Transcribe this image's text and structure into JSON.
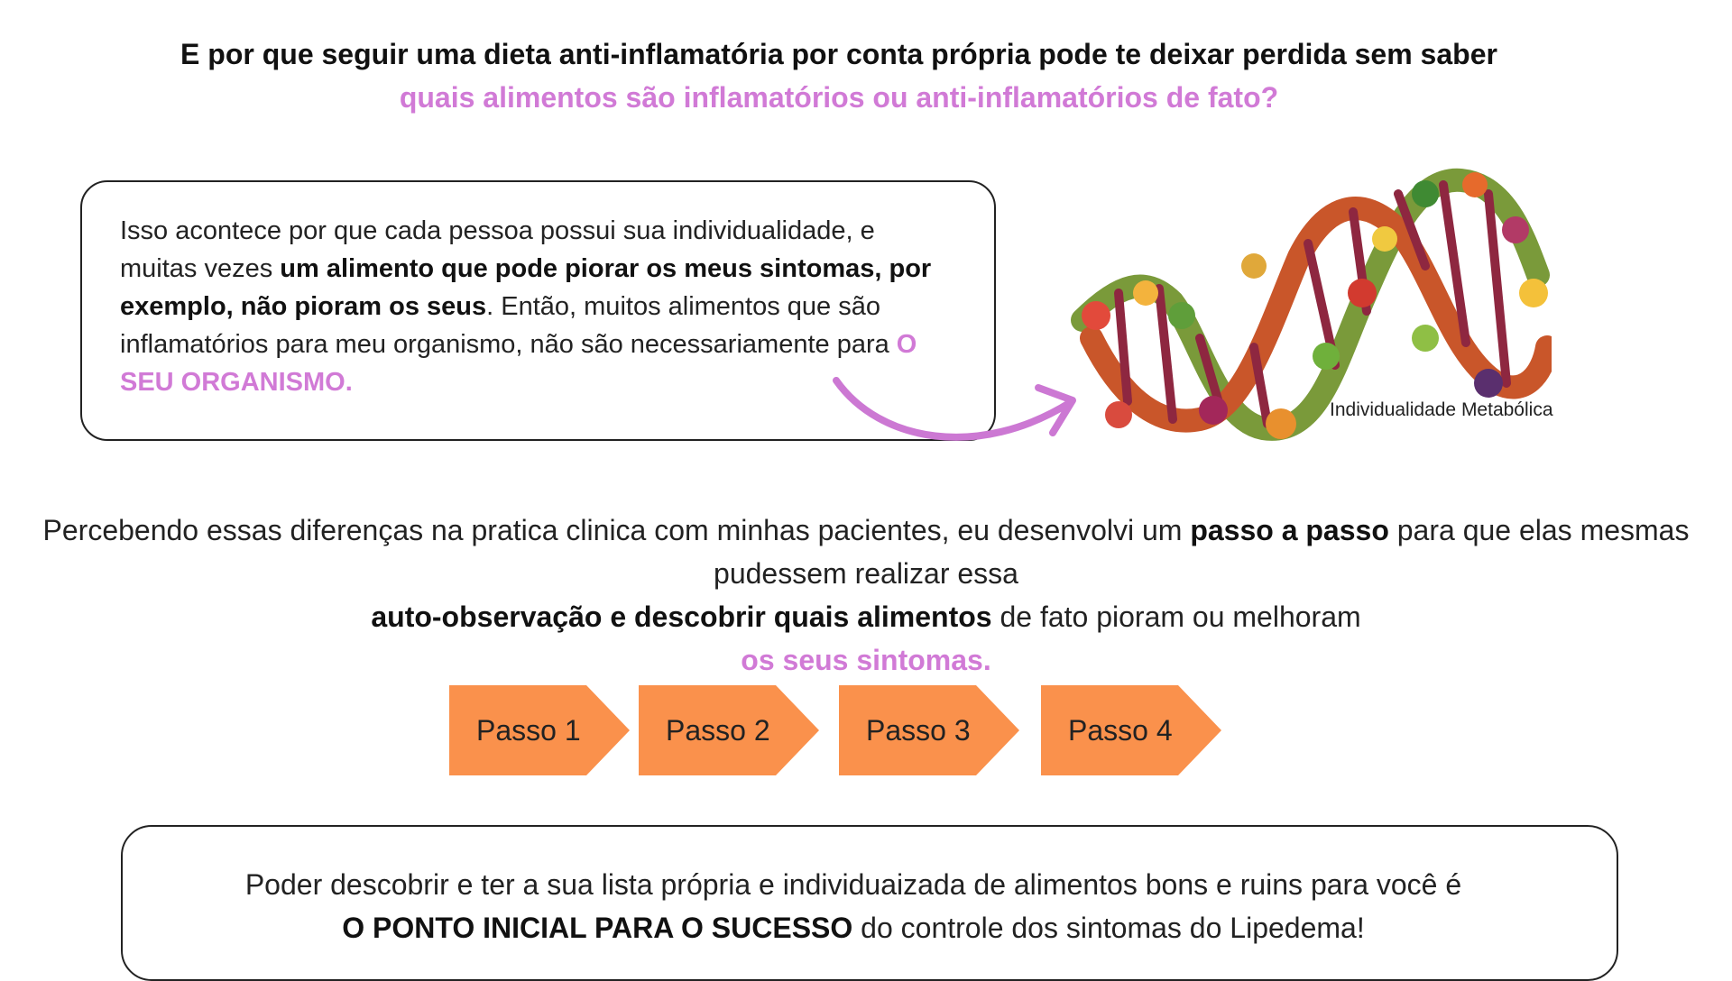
{
  "headline": {
    "line1": "E por que seguir uma dieta anti-inflamatória por conta própria pode te deixar perdida sem saber",
    "line2": "quais alimentos são inflamatórios ou anti-inflamatórios de fato?"
  },
  "box1": {
    "part1": "Isso acontece por que cada pessoa possui sua individualidade, e muitas vezes ",
    "bold1": "um alimento que pode piorar os meus sintomas, por exemplo, não pioram os seus",
    "part2": ". Então, muitos alimentos que são inflamatórios para meu organismo, não são necessariamente para ",
    "pink": "O SEU ORGANISMO."
  },
  "image": {
    "caption": "Individualidade Metabólica",
    "icon": "dna-fruits-vegetables-image"
  },
  "para2": {
    "part1": "Percebendo essas diferenças na pratica clinica com minhas pacientes, eu desenvolvi um ",
    "bold1": "passo a passo",
    "part2": " para que elas mesmas pudessem realizar essa ",
    "bold2": "auto-observação e descobrir quais alimentos",
    "part3": " de fato pioram ou melhoram",
    "pink": "os seus sintomas."
  },
  "steps": [
    {
      "label": "Passo 1"
    },
    {
      "label": "Passo 2"
    },
    {
      "label": "Passo 3"
    },
    {
      "label": "Passo 4"
    }
  ],
  "box2": {
    "line1": "Poder descobrir  e ter a sua lista própria e individuaizada de alimentos bons e ruins para você é",
    "bold": "O PONTO INICIAL PARA O SUCESSO",
    "line2rest": " do controle dos sintomas do Lipedema!"
  },
  "colors": {
    "accent_pink": "#d17ad6",
    "step_orange": "#fa914c"
  }
}
